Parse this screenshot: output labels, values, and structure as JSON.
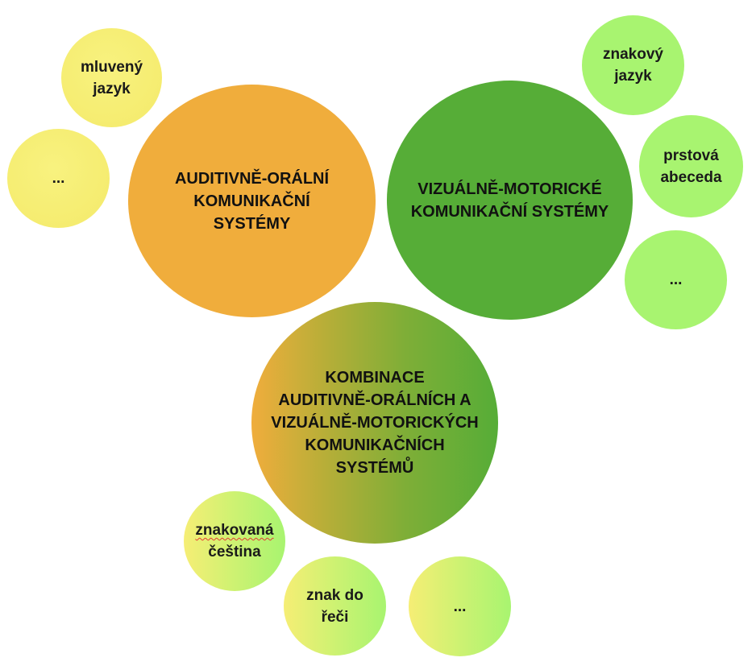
{
  "colors": {
    "orange": "#f0ad3c",
    "green_dark": "#56ad37",
    "yellow": "#f6ee75",
    "green_light": "#a6f46f",
    "spellcheck": "#e53935"
  },
  "main_circles": {
    "auditory": "AUDITIVNĚ-ORÁLNÍ\nKOMUNIKAČNÍ\nSYSTÉMY",
    "visual": "VIZUÁLNĚ-MOTORICKÉ\nKOMUNIKAČNÍ SYSTÉMY",
    "combined": "KOMBINACE\nAUDITIVNĚ-ORÁLNÍCH A\nVIZUÁLNĚ-MOTORICKÝCH\nKOMUNIKAČNÍCH\nSYSTÉMŮ"
  },
  "auditory_items": {
    "spoken_language": "mluvený\njazyk",
    "more": "..."
  },
  "visual_items": {
    "sign_language": "znakový\njazyk",
    "finger_alphabet": "prstová\nabeceda",
    "more": "..."
  },
  "combined_items": {
    "signed_czech_line1": "znakovaná",
    "signed_czech_line2": "čeština",
    "sign_to_speech": "znak do\nřeči",
    "more": "..."
  }
}
